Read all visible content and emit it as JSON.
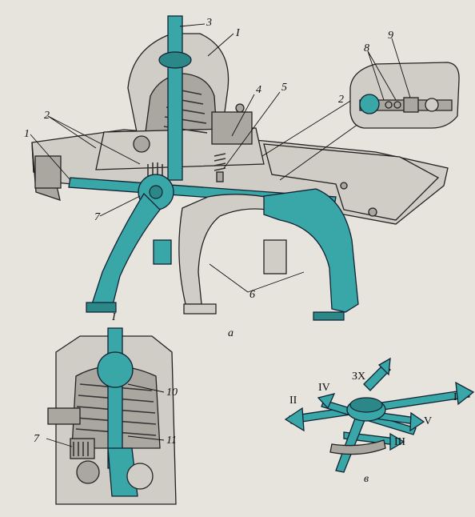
{
  "figure": {
    "panels": {
      "a": "а",
      "b": "",
      "v": "в"
    },
    "labels": {
      "n1": "1",
      "n2": "2",
      "n3": "3",
      "nI": "I",
      "n4": "4",
      "n5": "5",
      "n6": "6",
      "n7": "7",
      "n8": "8",
      "n9": "9",
      "n2_inset": "2",
      "nI_lower": "I",
      "n10": "10",
      "n11": "11",
      "n7_lower": "7"
    },
    "gear_positions": {
      "reverse": "ЗХ",
      "first": "I",
      "second": "II",
      "third": "III",
      "fourth": "IV",
      "fifth": "V"
    },
    "colors": {
      "accent": "#39a6a8",
      "metal": "#cfcdc5",
      "background": "#e6e4dd"
    }
  }
}
